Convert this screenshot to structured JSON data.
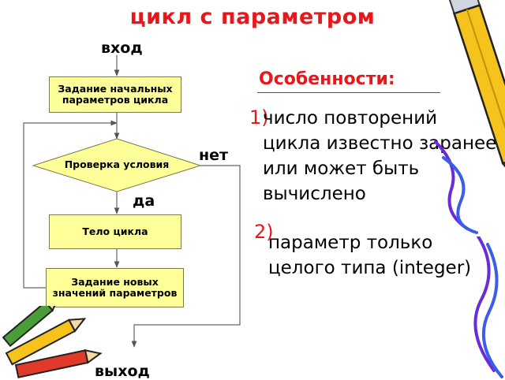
{
  "title": "цикл с параметром",
  "flow": {
    "enter": "вход",
    "init_box": "Задание начальных параметров цикла",
    "condition": "Проверка условия",
    "no_label": "нет",
    "yes_label": "да",
    "body_box": "Тело цикла",
    "next_box": "Задание новых значений параметров",
    "exit": "выход"
  },
  "features": {
    "title": "Особенности:",
    "items": [
      {
        "num": "1)",
        "text": "число повторений цикла известно заранее или может быть вычислено"
      },
      {
        "num": "2)",
        "text": "параметр только целого типа (integer)"
      }
    ]
  },
  "colors": {
    "accent": "#e8171b",
    "box_fill": "#ffff99",
    "pencil_yellow": "#f6c21c",
    "pencil_red": "#e23a2a"
  },
  "icons": [
    "pencil-icon",
    "crayons-icon"
  ]
}
